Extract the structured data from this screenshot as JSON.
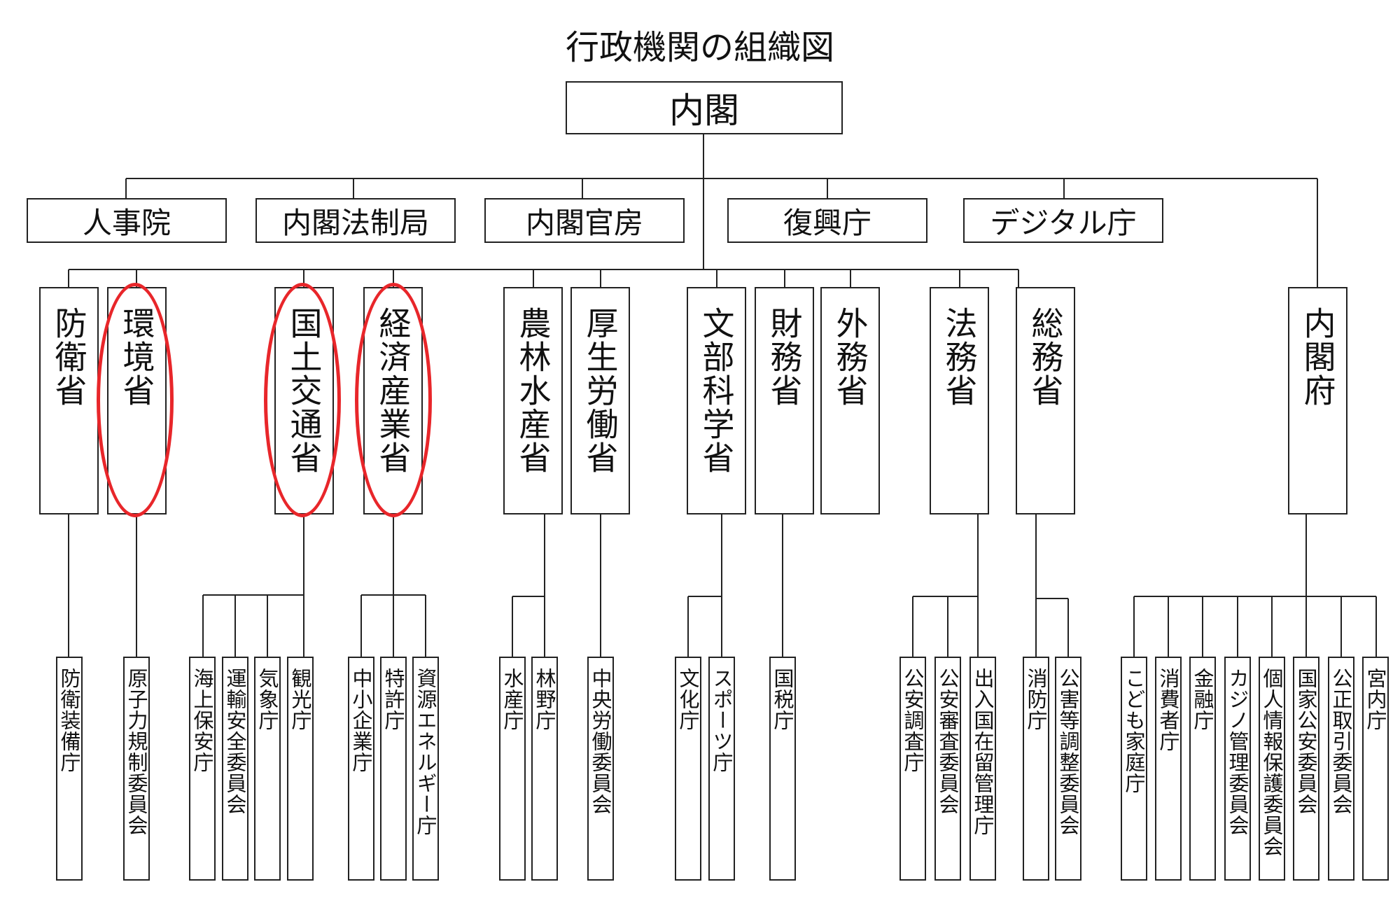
{
  "title": "行政機関の組織図",
  "root": "内閣",
  "top_row": [
    "人事院",
    "内閣法制局",
    "内閣官房",
    "復興庁",
    "デジタル庁"
  ],
  "ministries": [
    "防衛省",
    "環境省",
    "国土交通省",
    "経済産業省",
    "農林水産省",
    "厚生労働省",
    "文部科学省",
    "財務省",
    "外務省",
    "法務省",
    "総務省",
    "内閣府"
  ],
  "agencies": [
    "防衛装備庁",
    "原子力規制委員会",
    "海上保安庁",
    "運輸安全委員会",
    "気象庁",
    "観光庁",
    "中小企業庁",
    "特許庁",
    "資源エネルギー庁",
    "水産庁",
    "林野庁",
    "中央労働委員会",
    "文化庁",
    "スポーツ庁",
    "国税庁",
    "公安調査庁",
    "公安審査委員会",
    "出入国在留管理庁",
    "消防庁",
    "公害等調整委員会",
    "こども家庭庁",
    "消費者庁",
    "金融庁",
    "カジノ管理委員会",
    "個人情報保護委員会",
    "国家公安委員会",
    "公正取引委員会",
    "宮内庁"
  ],
  "highlighted": [
    "環境省",
    "国土交通省",
    "経済産業省"
  ],
  "colors": {
    "highlight": "#e8262a",
    "line": "#222222"
  }
}
